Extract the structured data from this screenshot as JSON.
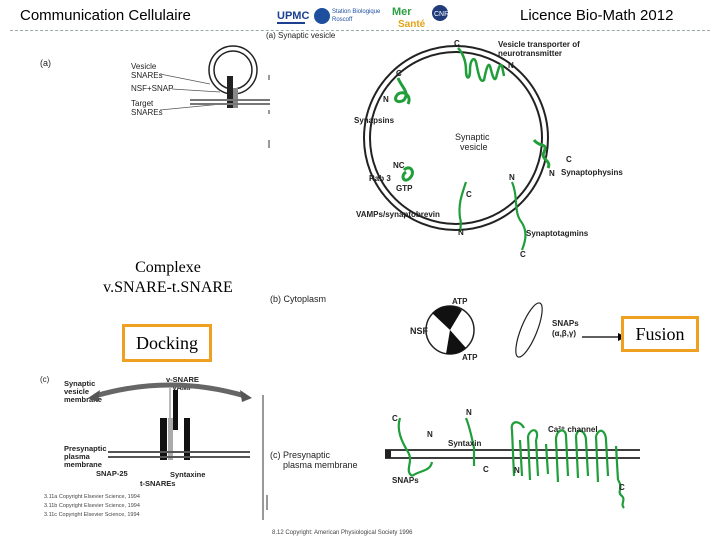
{
  "header": {
    "left_title": "Communication Cellulaire",
    "right_title": "Licence Bio-Math 2012",
    "logos": [
      "UPMC",
      "Station Biologique Roscoff",
      "Mer Santé",
      "CNRS"
    ]
  },
  "panel_a_left": {
    "tag": "(a)",
    "vesicle_snares": "Vesicle\nSNAREs",
    "nsf_snap": "NSF+SNAP",
    "target_snares": "Target\nSNAREs"
  },
  "panel_a_right": {
    "title": "(a) Synaptic vesicle",
    "vesicle_transporter": "Vesicle transporter of\nneurotransmitter",
    "synapsins": "Synapsins",
    "synaptic_vesicle": "Synaptic\nvesicle",
    "rab3": "Rab 3",
    "gtp": "GTP",
    "synaptophysins": "Synaptophysins",
    "vamps": "VAMPs/synaptobrevin",
    "synaptotagmins": "Synaptotagmins"
  },
  "panel_b": {
    "title": "(b) Cytoplasm",
    "nsf": "NSF",
    "atp_top": "ATP",
    "atp_bottom": "ATP",
    "snaps": "SNAPs\n(α,β,γ)"
  },
  "panel_c_left": {
    "tag": "(c)",
    "vesicle_membrane": "Synaptic\nvesicle\nmembrane",
    "vsnare": "v-SNARE\nVAMP",
    "presynaptic": "Presynaptic\nplasma\nmembrane",
    "snap25": "SNAP-25",
    "syntaxine": "Syntaxine",
    "tsnares": "t-SNAREs",
    "copyright_lines": [
      "3.11a Copyright Elsevier Science, 1994",
      "3.11b Copyright Elsevier Science, 1994",
      "3.11c Copyright Elsevier Science, 1994"
    ]
  },
  "panel_c_right": {
    "title": "(c) Presynaptic\nplasma membrane",
    "syntaxin": "Syntaxin",
    "ca_channel": "Ca²⁺ channel",
    "snaps": "SNAPs"
  },
  "bottom_copyright": "8.12 Copyright: American Physiological Society 1996",
  "labels": {
    "complexe": "Complexe\nv.SNARE-t.SNARE",
    "docking": "Docking",
    "fusion": "Fusion"
  },
  "colors": {
    "protein_green": "#1f9e3a",
    "box_orange": "#f0a020"
  }
}
